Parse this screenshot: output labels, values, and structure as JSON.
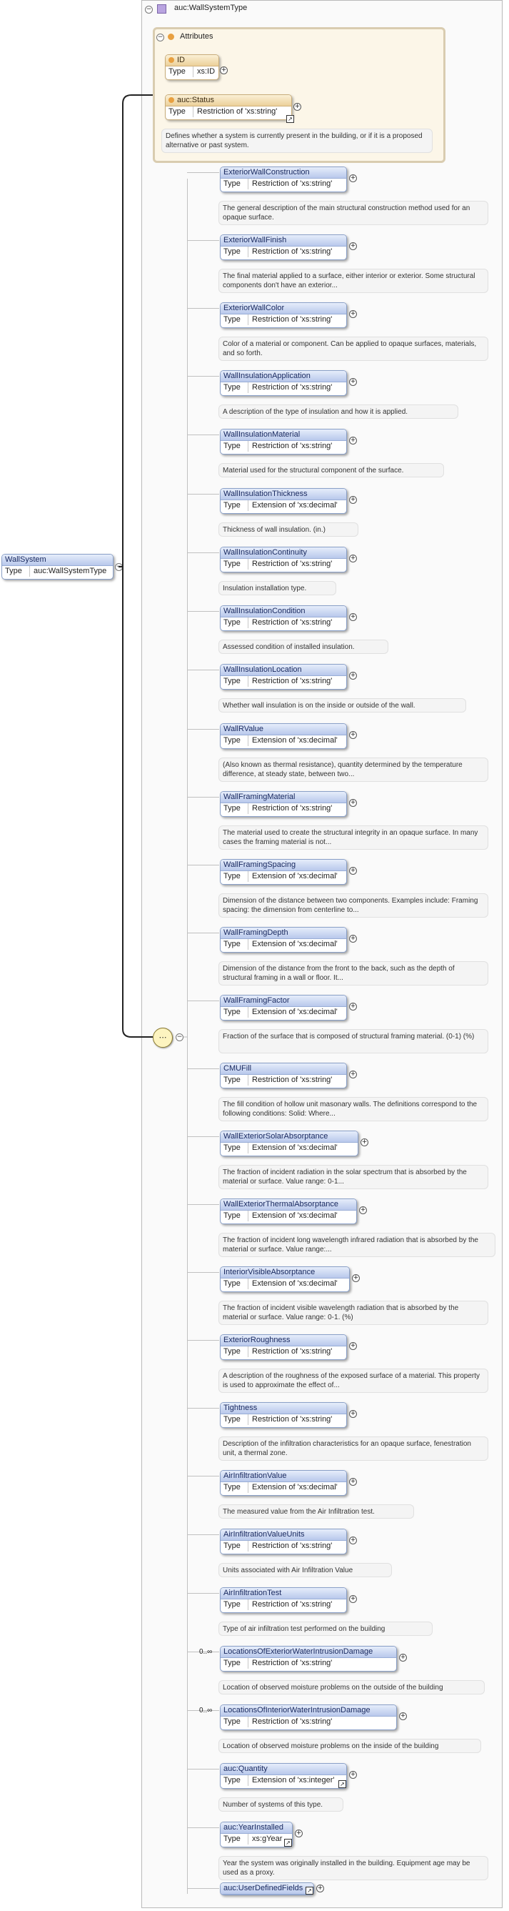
{
  "header": {
    "title": "auc:WallSystemType"
  },
  "attributes_label": "Attributes",
  "attributes": [
    {
      "name": "ID",
      "type_key": "Type",
      "type_value": "xs:ID"
    },
    {
      "name": "auc:Status",
      "type_key": "Type",
      "type_value": "Restriction of 'xs:string'",
      "doc": "Defines whether a system is currently present in the building, or if it is a proposed alternative or past system."
    }
  ],
  "root": {
    "name": "WallSystem",
    "type_key": "Type",
    "type_value": "auc:WallSystemType"
  },
  "elements": [
    {
      "name": "ExteriorWallConstruction",
      "type": "Restriction of 'xs:string'",
      "doc": "The general description of the main structural construction method used for an opaque surface."
    },
    {
      "name": "ExteriorWallFinish",
      "type": "Restriction of 'xs:string'",
      "doc": "The final material applied to a surface, either interior or exterior. Some structural components don't have an exterior..."
    },
    {
      "name": "ExteriorWallColor",
      "type": "Restriction of 'xs:string'",
      "doc": "Color of a material or component. Can be applied to opaque surfaces, materials, and so forth."
    },
    {
      "name": "WallInsulationApplication",
      "type": "Restriction of 'xs:string'",
      "doc": "A description of the type of insulation and how it is applied."
    },
    {
      "name": "WallInsulationMaterial",
      "type": "Restriction of 'xs:string'",
      "doc": "Material used for the structural component of the surface."
    },
    {
      "name": "WallInsulationThickness",
      "type": "Extension of 'xs:decimal'",
      "doc": "Thickness of wall insulation. (in.)"
    },
    {
      "name": "WallInsulationContinuity",
      "type": "Restriction of 'xs:string'",
      "doc": "Insulation installation type."
    },
    {
      "name": "WallInsulationCondition",
      "type": "Restriction of 'xs:string'",
      "doc": "Assessed condition of installed insulation."
    },
    {
      "name": "WallInsulationLocation",
      "type": "Restriction of 'xs:string'",
      "doc": "Whether wall insulation is on the inside or outside of the wall."
    },
    {
      "name": "WallRValue",
      "type": "Extension of 'xs:decimal'",
      "doc": "(Also known as thermal resistance), quantity determined by the temperature difference, at steady state, between two..."
    },
    {
      "name": "WallFramingMaterial",
      "type": "Restriction of 'xs:string'",
      "doc": "The material used to create the structural integrity in an opaque surface. In many cases the framing material is not..."
    },
    {
      "name": "WallFramingSpacing",
      "type": "Extension of 'xs:decimal'",
      "doc": "Dimension of the distance between two components. Examples include: Framing spacing: the dimension from centerline to..."
    },
    {
      "name": "WallFramingDepth",
      "type": "Extension of 'xs:decimal'",
      "doc": "Dimension of the distance from the front to the back, such as the depth of structural framing in a wall or floor. It..."
    },
    {
      "name": "WallFramingFactor",
      "type": "Extension of 'xs:decimal'",
      "doc": "Fraction of the surface that is composed of structural framing material. (0-1) (%)"
    },
    {
      "name": "CMUFill",
      "type": "Restriction of 'xs:string'",
      "doc": "The fill condition of hollow unit masonary walls. The definitions correspond to the following conditions: Solid: Where..."
    },
    {
      "name": "WallExteriorSolarAbsorptance",
      "type": "Extension of 'xs:decimal'",
      "doc": "The fraction of incident radiation in the solar spectrum that is absorbed by the material or surface. Value range: 0-1..."
    },
    {
      "name": "WallExteriorThermalAbsorptance",
      "type": "Extension of 'xs:decimal'",
      "doc": "The fraction of incident long wavelength infrared radiation that is absorbed by the material or surface. Value range:..."
    },
    {
      "name": "InteriorVisibleAbsorptance",
      "type": "Extension of 'xs:decimal'",
      "doc": "The fraction of incident visible wavelength radiation that is absorbed by the material or surface. Value range: 0-1. (%)"
    },
    {
      "name": "ExteriorRoughness",
      "type": "Restriction of 'xs:string'",
      "doc": "A description of the roughness of the exposed surface of a material. This property is used to approximate the effect of..."
    },
    {
      "name": "Tightness",
      "type": "Restriction of 'xs:string'",
      "doc": "Description of the infiltration characteristics for an opaque surface, fenestration unit, a thermal zone."
    },
    {
      "name": "AirInfiltrationValue",
      "type": "Extension of 'xs:decimal'",
      "doc": "The measured value from the Air Infiltration test."
    },
    {
      "name": "AirInfiltrationValueUnits",
      "type": "Restriction of 'xs:string'",
      "doc": "Units associated with Air Infiltration Value"
    },
    {
      "name": "AirInfiltrationTest",
      "type": "Restriction of 'xs:string'",
      "doc": "Type of air infiltration test performed on the building"
    },
    {
      "name": "LocationsOfExteriorWaterIntrusionDamage",
      "type": "Restriction of 'xs:string'",
      "doc": "Location of observed moisture problems on the outside of the building",
      "occurs": "0..∞"
    },
    {
      "name": "LocationsOfInteriorWaterIntrusionDamage",
      "type": "Restriction of 'xs:string'",
      "doc": "Location of observed moisture problems on the inside of the building",
      "occurs": "0..∞"
    },
    {
      "name": "auc:Quantity",
      "type": "Extension of 'xs:integer'",
      "doc": "Number of systems of this type.",
      "ref": true
    },
    {
      "name": "auc:YearInstalled",
      "type": "xs:gYear",
      "doc": "Year the system was originally installed in the building. Equipment age may be used as a proxy.",
      "ref": true
    },
    {
      "name": "auc:UserDefinedFields",
      "ref": true
    }
  ],
  "type_key": "Type",
  "colors": {
    "element_header": "#c8d6f2",
    "attribute_header": "#f2ddb0",
    "connector": "#222222"
  }
}
